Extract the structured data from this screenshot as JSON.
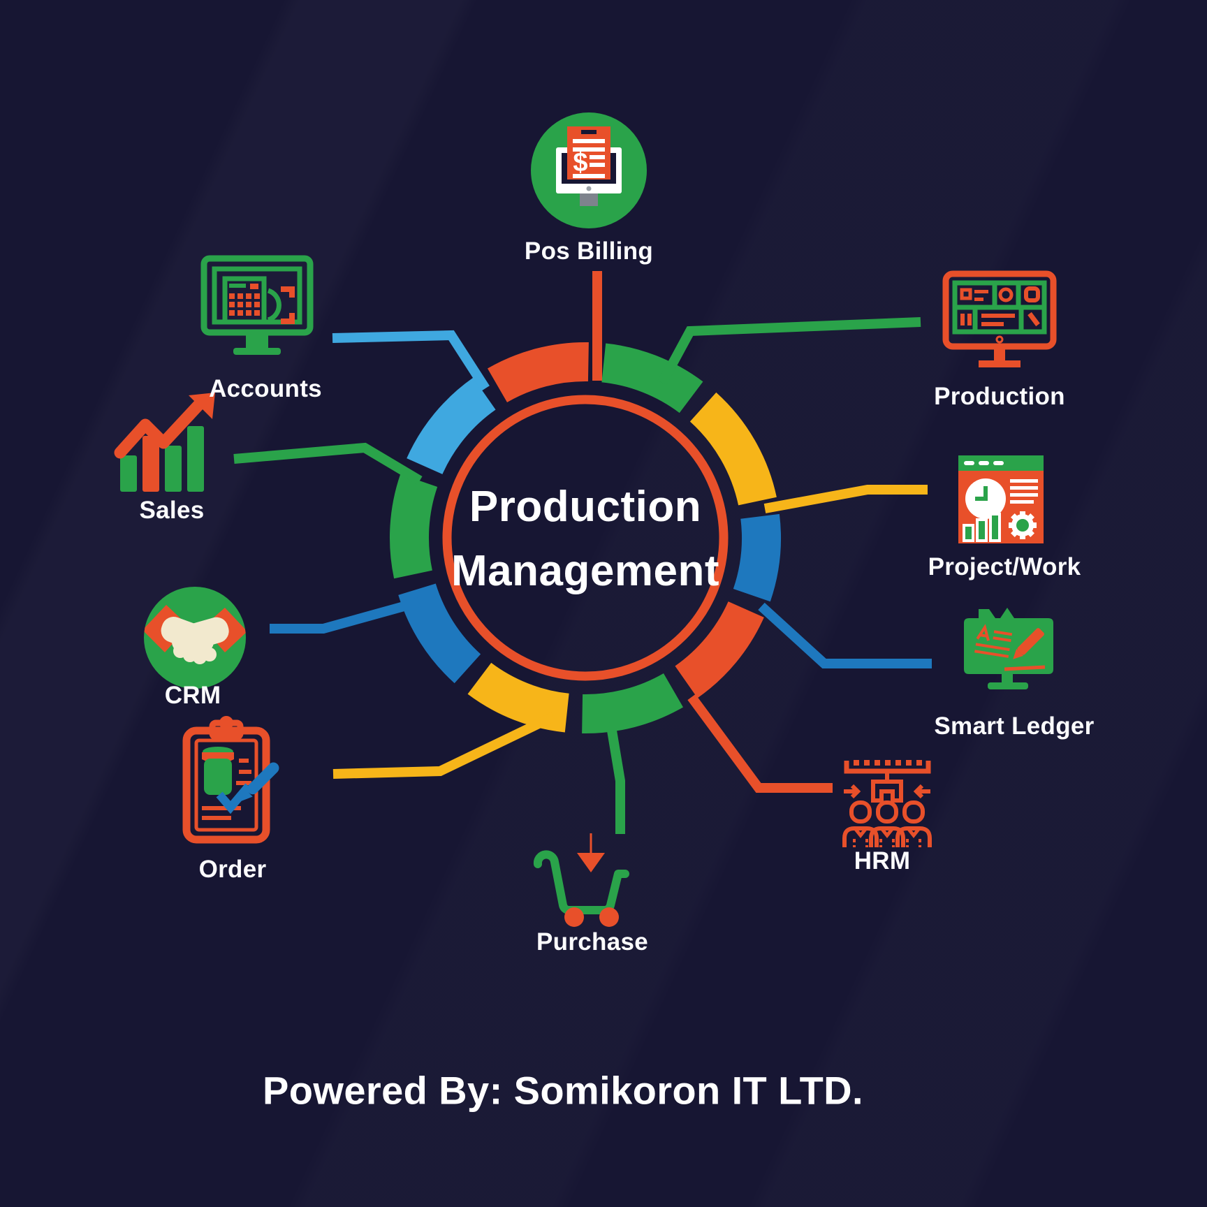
{
  "title": {
    "line1": "Production",
    "line2": "Management"
  },
  "footer": {
    "text": "Powered By: Somikoron IT LTD."
  },
  "modules": [
    {
      "id": "pos-billing",
      "label": "Pos Billing",
      "icon": "pos-billing-icon",
      "connector_color": "#E8502A"
    },
    {
      "id": "production",
      "label": "Production",
      "icon": "production-monitor-icon",
      "connector_color": "#2AA34A"
    },
    {
      "id": "project-work",
      "label": "Project/Work",
      "icon": "project-dashboard-icon",
      "connector_color": "#F7B519"
    },
    {
      "id": "smart-ledger",
      "label": "Smart Ledger",
      "icon": "ledger-book-icon",
      "connector_color": "#1E78BE"
    },
    {
      "id": "hrm",
      "label": "HRM",
      "icon": "hrm-people-icon",
      "connector_color": "#E8502A"
    },
    {
      "id": "purchase",
      "label": "Purchase",
      "icon": "shopping-cart-icon",
      "connector_color": "#2AA34A"
    },
    {
      "id": "order",
      "label": "Order",
      "icon": "order-clipboard-icon",
      "connector_color": "#F7B519"
    },
    {
      "id": "crm",
      "label": "CRM",
      "icon": "handshake-icon",
      "connector_color": "#1E78BE"
    },
    {
      "id": "sales",
      "label": "Sales",
      "icon": "sales-growth-icon",
      "connector_color": "#2AA34A"
    },
    {
      "id": "accounts",
      "label": "Accounts",
      "icon": "accounts-calculator-icon",
      "connector_color": "#3FA8E0"
    }
  ],
  "icons": {
    "pos_billing_symbol": "$"
  },
  "palette": {
    "background": "#171633",
    "orange": "#E8502A",
    "green": "#2AA34A",
    "yellow": "#F7B519",
    "blue": "#1E78BE",
    "light_blue": "#3FA8E0",
    "white": "#FFFFFF",
    "cream": "#F2E9CE"
  }
}
